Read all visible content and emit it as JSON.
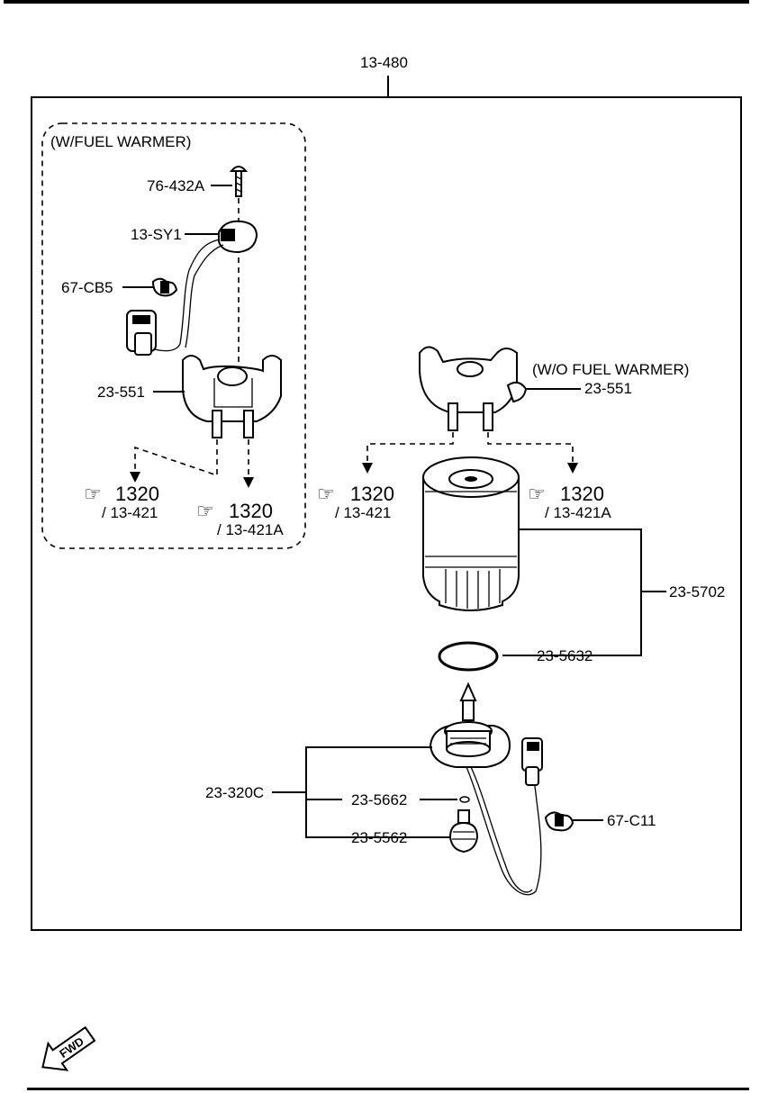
{
  "header_ref": "13-480",
  "with_warmer": {
    "title": "(W/FUEL WARMER)",
    "labels": {
      "screw": "76-432A",
      "sensor": "13-SY1",
      "clip": "67-CB5",
      "head": "23-551"
    },
    "refs": [
      {
        "num": "1320",
        "sub": "/ 13-421"
      },
      {
        "num": "1320",
        "sub": "/ 13-421A"
      }
    ]
  },
  "without_warmer": {
    "title": "(W/O FUEL WARMER)",
    "head": "23-551",
    "refs": [
      {
        "num": "1320",
        "sub": "/ 13-421"
      },
      {
        "num": "1320",
        "sub": "/ 13-421A"
      }
    ]
  },
  "filter": "23-5702",
  "oring": "23-5632",
  "switch_assy": "23-320C",
  "small_oring": "23-5662",
  "plug": "23-5562",
  "clip2": "67-C11",
  "fwd": "FWD",
  "icons": [
    "pointing-hand-icon",
    "fwd-arrow-icon"
  ]
}
